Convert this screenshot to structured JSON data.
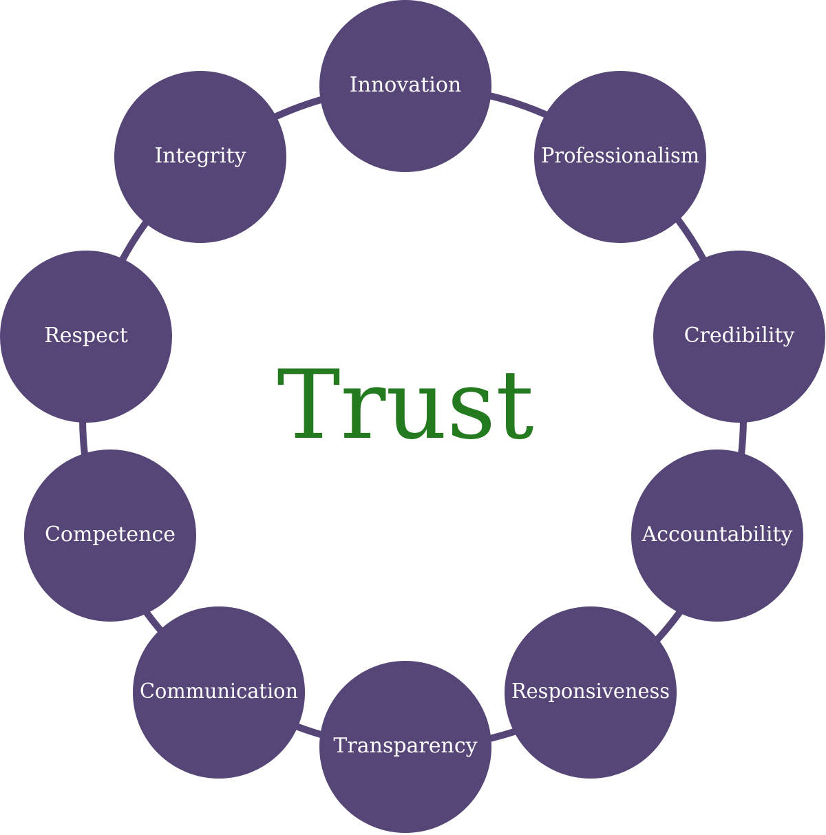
{
  "diagram": {
    "center": {
      "label": "Trust",
      "color": "#237a1f"
    },
    "node_color": "#564677",
    "ring_color": "#564677",
    "label_color": "#ffffff",
    "nodes": [
      {
        "label": "Innovation",
        "slug": "innovation"
      },
      {
        "label": "Professionalism",
        "slug": "professionalism"
      },
      {
        "label": "Credibility",
        "slug": "credibility"
      },
      {
        "label": "Accountability",
        "slug": "accountability"
      },
      {
        "label": "Responsiveness",
        "slug": "responsiveness"
      },
      {
        "label": "Transparency",
        "slug": "transparency"
      },
      {
        "label": "Communication",
        "slug": "communication"
      },
      {
        "label": "Competence",
        "slug": "competence"
      },
      {
        "label": "Respect",
        "slug": "respect"
      },
      {
        "label": "Integrity",
        "slug": "integrity"
      }
    ]
  }
}
